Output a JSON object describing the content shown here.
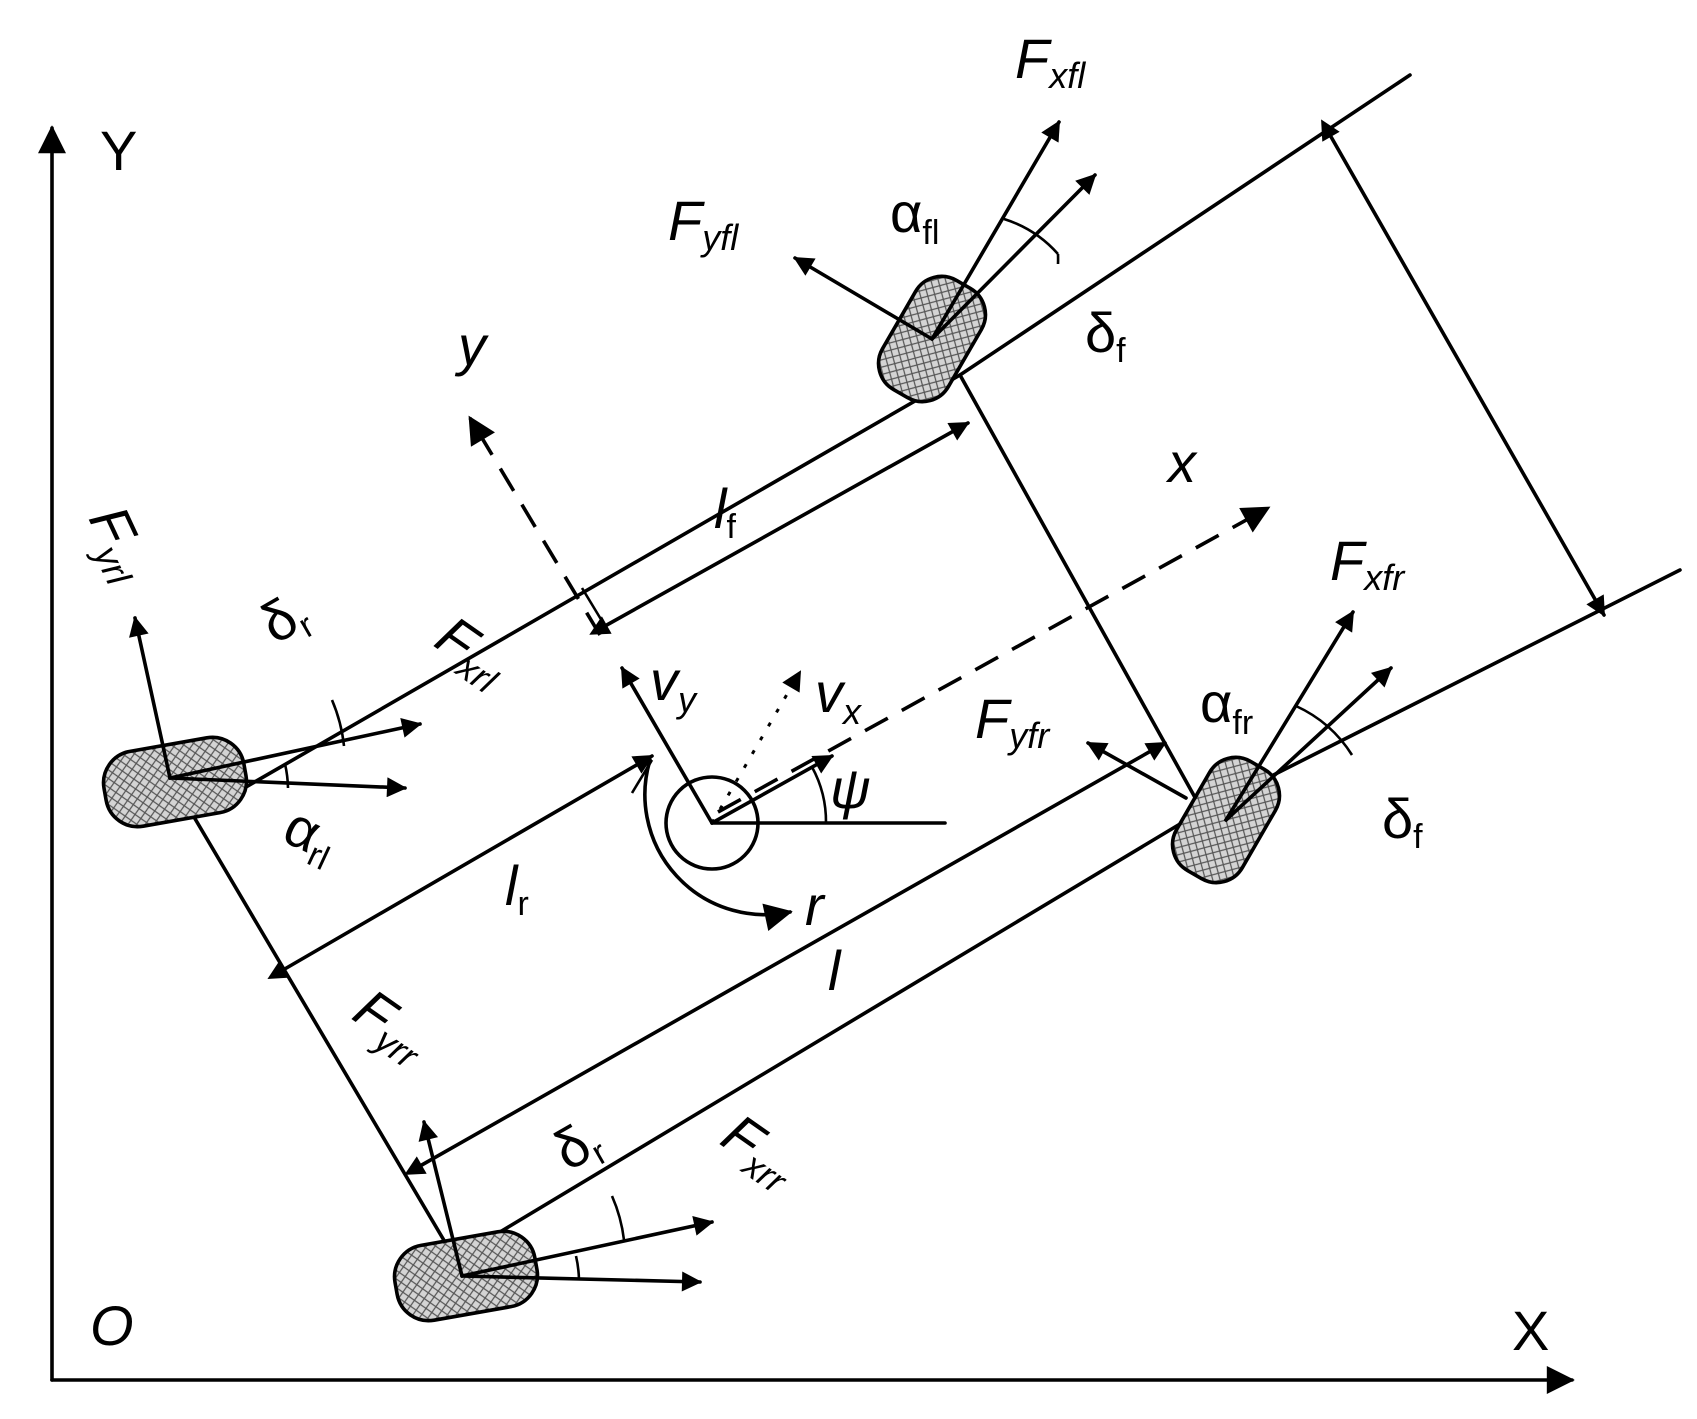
{
  "labels": {
    "Y_axis": "Y",
    "X_axis": "X",
    "origin": "O",
    "y_body": "y",
    "x_body": "x",
    "Fxfl": {
      "main": "F",
      "sub": "xfl"
    },
    "Fyfl": {
      "main": "F",
      "sub": "yfl"
    },
    "alpha_fl": {
      "main": "α",
      "sub": "fl"
    },
    "delta_f_top": {
      "main": "δ",
      "sub": "f"
    },
    "lf": {
      "main": "l",
      "sub": "f"
    },
    "Fxfr": {
      "main": "F",
      "sub": "xfr"
    },
    "Fyfr": {
      "main": "F",
      "sub": "yfr"
    },
    "alpha_fr": {
      "main": "α",
      "sub": "fr"
    },
    "delta_f_right": {
      "main": "δ",
      "sub": "f"
    },
    "Fyrl": {
      "main": "F",
      "sub": "yrl"
    },
    "Fxrl": {
      "main": "F",
      "sub": "xrl"
    },
    "delta_r_left": {
      "main": "δ",
      "sub": "r"
    },
    "alpha_rl": {
      "main": "α",
      "sub": "rl"
    },
    "vy": {
      "main": "v",
      "sub": "y"
    },
    "vx": {
      "main": "v",
      "sub": "x"
    },
    "psi": "ψ",
    "lr": {
      "main": "l",
      "sub": "r"
    },
    "r": "r",
    "l": "l",
    "Fyrr": {
      "main": "F",
      "sub": "yrr"
    },
    "delta_r_bottom": {
      "main": "δ",
      "sub": "r"
    },
    "Fxrr": {
      "main": "F",
      "sub": "xrr"
    }
  }
}
